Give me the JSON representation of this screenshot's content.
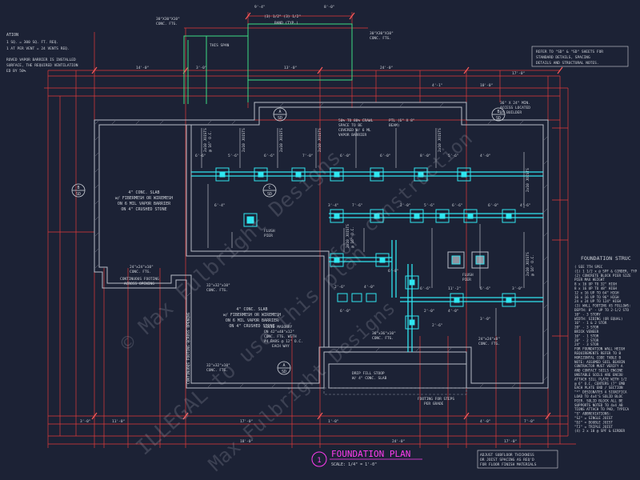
{
  "title": {
    "number": "1",
    "name": "FOUNDATION PLAN",
    "scale": "SCALE: 1/4\" = 1'-0\""
  },
  "top_left_notes": {
    "heading": "ATION",
    "line1": "1 SQ. = 300 SQ. FT. REQ.",
    "line2": "1 AT PER VENT = 24 VENTS REQ.",
    "line3": "ROVED VAPOR BARRIER IS INSTALLED",
    "line4": "SURFACE, THE REQUIRED VENTILATION",
    "line5": "ED BY 50%"
  },
  "top_right_note": {
    "line1": "REFER TO \"SD\" & \"SD\" SHEETS FOR",
    "line2": "STANDARD DETAILS, SPACING",
    "line3": "DETAILS AND STRUCTURAL NOTES."
  },
  "access_note": {
    "line1": "36\" X 24\" MIN.",
    "line2": "ACCESS LOCATED",
    "line3": "BY BUILDER"
  },
  "labels": {
    "ftg_top_left": "30\"X30\"X10\"",
    "ftg_top_left2": "CONC. FTG.",
    "ftg_top_right": "30\"X30\"X10\"",
    "ftg_top_right2": "CONC. FTG.",
    "band": "BAND (TYP.)",
    "band_dims": "(3) 1/2\" (3) 1/2\"",
    "spa_note": "THIS SPAN",
    "crawl1": "50% TO 80% CRAWL",
    "crawl2": "SPACE TO BE",
    "crawl3": "COVERED W/ 6 ML",
    "crawl4": "VAPOR BARRIER",
    "ptl": "PTL (6\" X 8\"",
    "ptl2": "BEAM)",
    "slab_left1": "4\" CONC. SLAB",
    "slab_left2": "w/ FIBERMESH OR WIREMESH",
    "slab_left3": "ON 6 MIL VAPOR BARRIER",
    "slab_left4": "ON 4\" CRUSHED STONE",
    "slab_mid1": "4\" CONC. SLAB",
    "slab_mid2": "w/ FIBERMESH OR WIREMESH",
    "slab_mid3": "ON 6 MIL VAPOR BARRIER",
    "slab_mid4": "ON 4\" CRUSHED STONE",
    "ftg_24": "24\"x24\"x10\"",
    "ftg_24b": "CONC. FTG.",
    "cont_ftg": "CONTINUOUS FOOTING",
    "across": "ACROSS OPENING",
    "ftg_32": "32\"x32\"x10\"",
    "ftg_32b": "CONC. FTG.",
    "cont_ftg_v": "CONTINUOUS FOOTING ACROSS OPENING",
    "ftg_32c": "32\"x32\"x10\"",
    "ftg_32d": "CONC. FTG.",
    "solid1": "SOLID MASONRY",
    "solid2": "ON 42\"x48\"x12\"",
    "solid3": "CONC. FTG. WITH",
    "solid4": "#4 BARS @ 12\" O.C.",
    "solid5": "EACH WAY",
    "stoop1": "DRIP FILL STOOP",
    "stoop2": "W/ 4\" CONC. SLAB",
    "ftg_36": "36\"x36\"x10\"",
    "ftg_36b": "CONC. FTG.",
    "ftg_24r": "24\"x24\"x8\"",
    "ftg_24rb": "CONC. FTG.",
    "flush1": "FLUSH",
    "flush2": "PIER",
    "flush3": "FLUSH",
    "flush4": "PIER",
    "footing_steps": "FOOTING FOR STEPS",
    "footing_steps2": "PER GRADE",
    "adjust1": "ADJUST SUBFLOOR THICKNESS",
    "adjust2": "OR JOIST SPACING AS REQ'D",
    "adjust3": "FOR FLOOR FINISH MATERIALS"
  },
  "foundation_notes": {
    "heading": "FOUNDATION STRUC",
    "lines": [
      "( SEE 7TH SPEC",
      "(1) 1 1/2 x @ SPF & GIRDER, TYP",
      "(2) CONCRETE BLOCK PIER SIZE",
      "    PIER  MAX HEIGHT",
      "  8 x 16    UP TO 32\" HIGH",
      "  8 x 16    UP TO 48\" HIGH",
      "  12 x 16   UP TO 64\" HIGH",
      "  16 x 16   UP TO 96\" HIGH",
      "  24 x 24   UP TO 124\" HIGH",
      "(3) WALL FOOTING AS FOLLOWS:",
      "  DEPTH: 8\" - UP TO 2-1/2 STO",
      "         10\" - 3 STORY",
      "  WIDTH:  SIDING (OR EQUAL)",
      "          16\" - 1 & 2 STOR",
      "          20\" - 3 STOR",
      "    BRICK VENEER",
      "          16\" - 1 STOR",
      "          20\" - 2 STOR",
      "          24\" - 3 STOR",
      "FOR FOUNDATION WALL HEIGH",
      "REQUIREMENTS REFER TO B",
      "HORIZONTAL CODE TABLE B",
      "NOTE: ASSUMED SOIL BEARIN",
      "CONTRACTOR MUST VERIFY A",
      "AND CONTACT SOILS ENGINE",
      "UNSTABLE SOILS ARE ENCOU",
      "ATTACH SILL PLATE WITH 1/2",
      "@ 6\" O.C. CENTERS (7\" EMB",
      "EACH PLATE END / SECTION",
      "\"*\" DESIGNATES A SIGNIFICA",
      "LOAD TO 4x4'S SOLID BLOC",
      "PIER. SOLID BLOCK ALL BE",
      "SUPPORTS NOTED TO 4x4 AB",
      "TIONS ATTACH TO PAD, TYPICA",
      "\"S\" ABBREVIATIONS:",
      "\"SJ\" = SINGLE JOIST",
      "\"DJ\" = DOUBLE JOIST",
      "\"TJ\" = TRIPLE JOIST",
      "(4) 2 x 10 @ SPF & GIRDER"
    ]
  },
  "section_marks": [
    "B",
    "SD",
    "A",
    "SD",
    "C",
    "SD",
    "B",
    "SD",
    "A",
    "SD"
  ],
  "joist_labels": [
    "2x10 JOISTS",
    "2x10 JOISTS",
    "2x10 JOISTS",
    "2x10 JOISTS",
    "2x10 JOISTS",
    "2x10 JOISTS",
    "2x10 JOISTS",
    "2x10 JOISTS",
    "@ 16\" O.C.",
    "@ 16\" O.C.",
    "@ 16\" O.C."
  ],
  "dims_top": [
    "9'-4\"",
    "8'-0\"",
    "14'-0\"",
    "3'-0\"",
    "13'-0\"",
    "24'-0\"",
    "17'-0\"",
    "4'-1\"",
    "10'-0\""
  ],
  "dims_bottom": [
    "11'-0\"",
    "3'-0\"",
    "17'-0\"",
    "18'-0\"",
    "1'-0\"",
    "24'-0\"",
    "17'-0\"",
    "4'-0\"",
    "7'-0\""
  ],
  "dims_interior": [
    "6'-6\"",
    "5'-6\"",
    "6'-6\"",
    "7'-0\"",
    "6'-0\"",
    "6'-0\"",
    "8'-0\"",
    "5'-6\"",
    "4'-0\"",
    "6'-4\"",
    "3'-4\"",
    "7'-6\"",
    "2'-0\"",
    "5'-6\"",
    "6'-6\"",
    "6'-0\"",
    "4'-6\"",
    "2'-6\"",
    "4'-0\"",
    "6'-6\"",
    "11'-2\"",
    "6'-6\"",
    "3'-0\"",
    "6'-0\"",
    "2'-0\"",
    "4'-0\"",
    "3'-0\"",
    "2'-6\"",
    "6'-8\""
  ],
  "watermarks": [
    "© Max Fulbright Designs",
    "ILLEGAL to use this plan",
    "for construction",
    "Max Fulbright Designs"
  ]
}
